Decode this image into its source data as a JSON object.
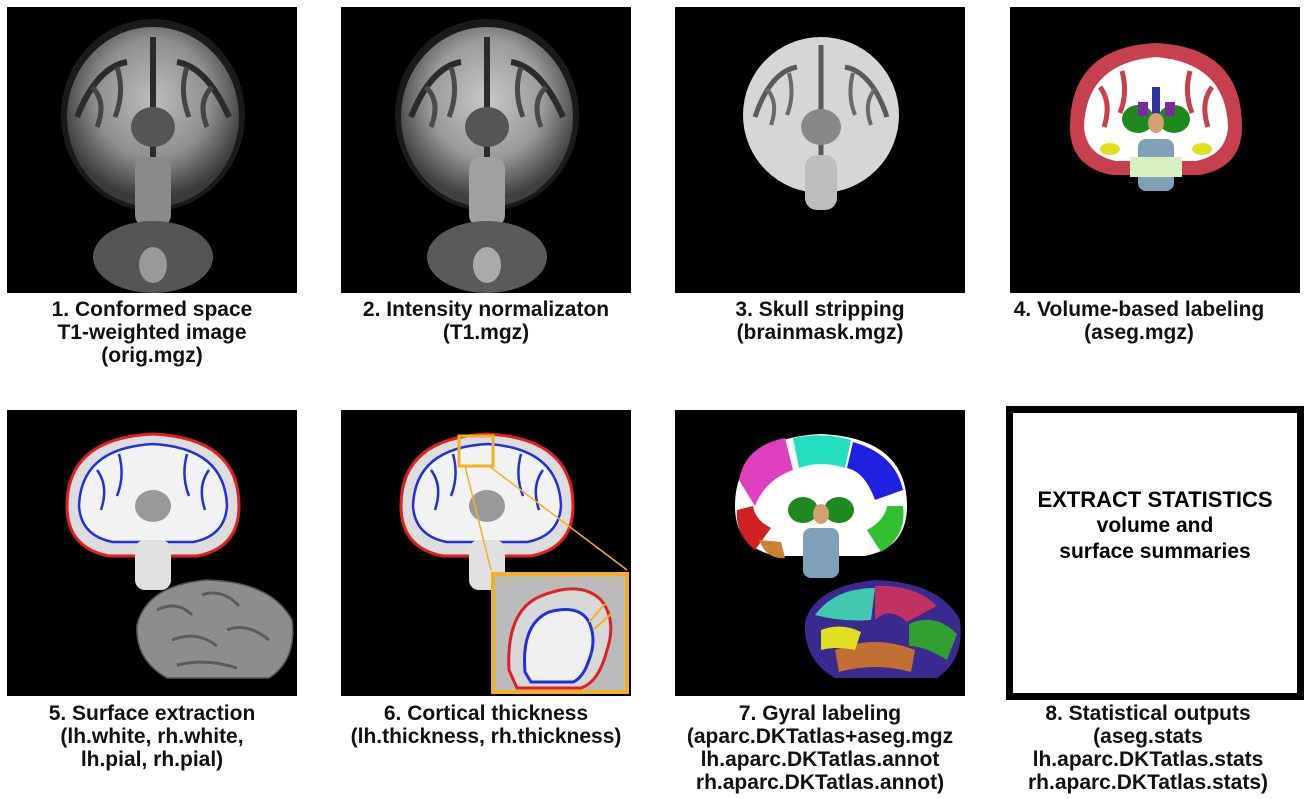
{
  "panels": [
    {
      "caption": [
        "1. Conformed space",
        "T1-weighted image",
        "(orig.mgz)"
      ]
    },
    {
      "caption": [
        "2. Intensity normalizaton",
        "(T1.mgz)"
      ]
    },
    {
      "caption": [
        "3. Skull stripping",
        "(brainmask.mgz)"
      ]
    },
    {
      "caption": [
        "4. Volume-based labeling",
        "(aseg.mgz)"
      ]
    },
    {
      "caption": [
        "5. Surface extraction",
        "(lh.white, rh.white,",
        "lh.pial, rh.pial)"
      ]
    },
    {
      "caption": [
        "6. Cortical thickness",
        "(lh.thickness, rh.thickness)"
      ]
    },
    {
      "caption": [
        "7. Gyral labeling",
        "(aparc.DKTatlas+aseg.mgz",
        "lh.aparc.DKTatlas.annot",
        "rh.aparc.DKTatlas.annot)"
      ]
    },
    {
      "caption": [
        "8. Statistical outputs",
        "(aseg.stats",
        "lh.aparc.DKTatlas.stats",
        "rh.aparc.DKTatlas.stats)"
      ]
    }
  ],
  "stats_box": {
    "title": "EXTRACT STATISTICS",
    "line1": "volume and",
    "line2": "surface summaries"
  },
  "colors": {
    "pial_outline": "#e02020",
    "white_outline": "#2030e0",
    "zoom_box": "#f5b020",
    "cortex_label": "#c8404e",
    "white_matter_label": "#ffffff",
    "thalamus_label": "#1e8a1e",
    "brainstem_label": "#7ea0b8"
  }
}
